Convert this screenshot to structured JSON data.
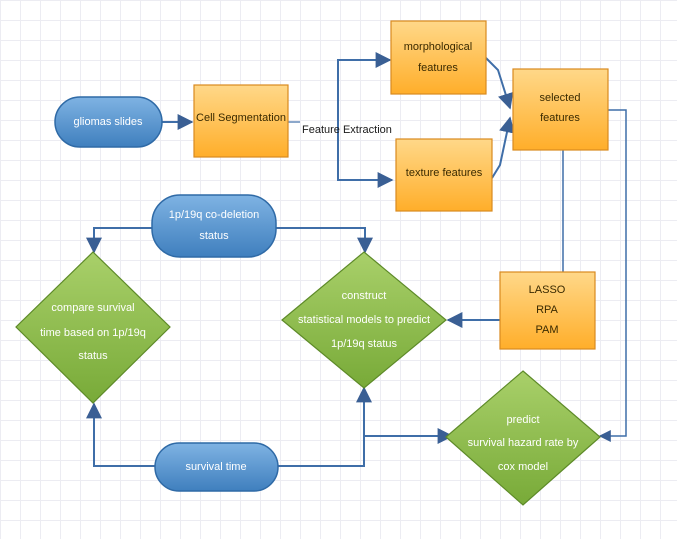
{
  "nodes": {
    "gliomas_slides": [
      "gliomas  slides"
    ],
    "cell_segmentation": [
      "Cell Segmentation"
    ],
    "morphological_features": [
      "morphological",
      "features"
    ],
    "texture_features": [
      "texture features"
    ],
    "selected_features": [
      "selected",
      "features"
    ],
    "lasso_rpa_pam": [
      "LASSO",
      "RPA",
      "PAM"
    ],
    "codeletion_status": [
      "1p/19q co-deletion",
      "status"
    ],
    "compare_survival": [
      "compare survival",
      "time based  on 1p/19q",
      "status"
    ],
    "construct_models": [
      "construct",
      "statistical models  to predict",
      "1p/19q status"
    ],
    "survival_time": [
      "survival time"
    ],
    "predict_hazard": [
      "predict",
      "survival hazard  rate by",
      "cox model"
    ]
  },
  "edge_labels": {
    "feature_extraction": "Feature Extraction"
  },
  "colors": {
    "terminal_fill": "#4f8fcc",
    "process_fill": "#ffc04d",
    "decision_fill": "#8fc04a",
    "connector": "#3f6ea8"
  }
}
